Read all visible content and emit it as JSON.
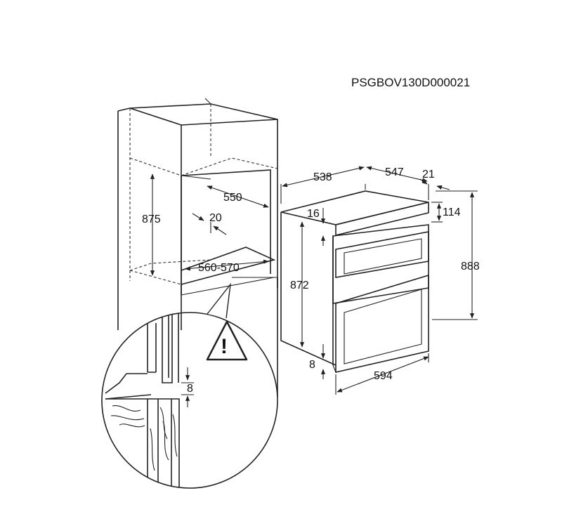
{
  "drawing_code": "PSGBOV130D000021",
  "dimensions": {
    "cabinet_height": "875",
    "cabinet_depth": "550",
    "side_gap": "20",
    "cabinet_width": "560-570",
    "oven_depth_body": "538",
    "oven_depth_total": "547",
    "front_depth": "21",
    "top_offset": "16",
    "top_panel_height": "114",
    "body_height": "872",
    "total_height": "888",
    "bottom_offset": "8",
    "oven_width": "594",
    "detail_gap": "8"
  },
  "warning_symbol": "!"
}
